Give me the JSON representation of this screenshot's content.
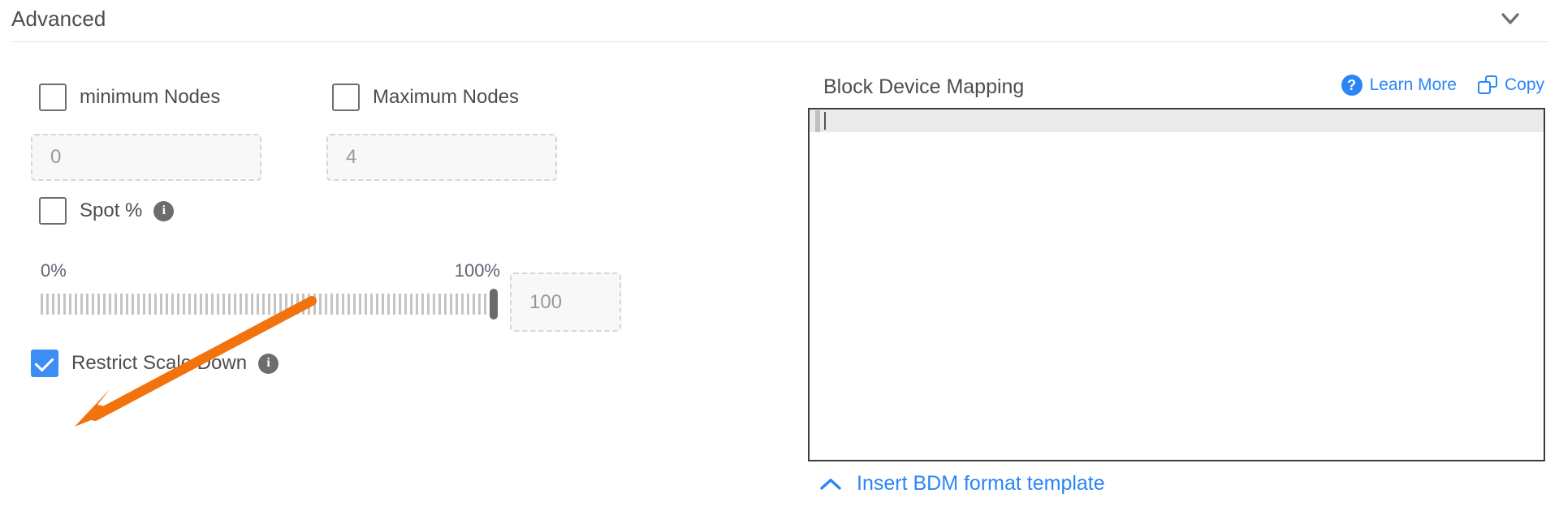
{
  "section": {
    "title": "Advanced",
    "collapse_icon": "chevron-down-icon"
  },
  "left": {
    "min_nodes": {
      "label": "minimum Nodes",
      "checked": false,
      "input_placeholder": "0",
      "input_value": ""
    },
    "max_nodes": {
      "label": "Maximum Nodes",
      "checked": false,
      "input_placeholder": "4",
      "input_value": ""
    },
    "spot": {
      "label": "Spot %",
      "checked": false,
      "info_icon": "info-icon",
      "info_glyph": "i"
    },
    "slider": {
      "min_label": "0%",
      "max_label": "100%",
      "min_value": 0,
      "max_value": 100,
      "current_value": 100,
      "value_box_placeholder": "100",
      "value_box_value": ""
    },
    "restrict_scale_down": {
      "label": "Restrict Scale Down",
      "checked": true,
      "info_icon": "info-icon",
      "info_glyph": "i"
    }
  },
  "right": {
    "title": "Block Device Mapping",
    "learn_more": {
      "label": "Learn More",
      "icon": "question-circle-icon",
      "glyph": "?"
    },
    "copy": {
      "label": "Copy",
      "icon": "copy-icon"
    },
    "editor": {
      "content": "",
      "placeholder": ""
    },
    "template_link": {
      "label": "Insert BDM format template",
      "icon": "chevron-up-icon"
    }
  },
  "colors": {
    "accent_blue": "#2a86f7",
    "checkbox_blue": "#3c8ef5",
    "annotation_orange": "#f2720c",
    "text_gray": "#4d4d4d",
    "placeholder_gray": "#9a9a9a",
    "editor_border": "#3d3d3d"
  },
  "annotation": {
    "type": "arrow",
    "color": "#f2720c",
    "points_to": "restrict-scale-down-checkbox"
  }
}
